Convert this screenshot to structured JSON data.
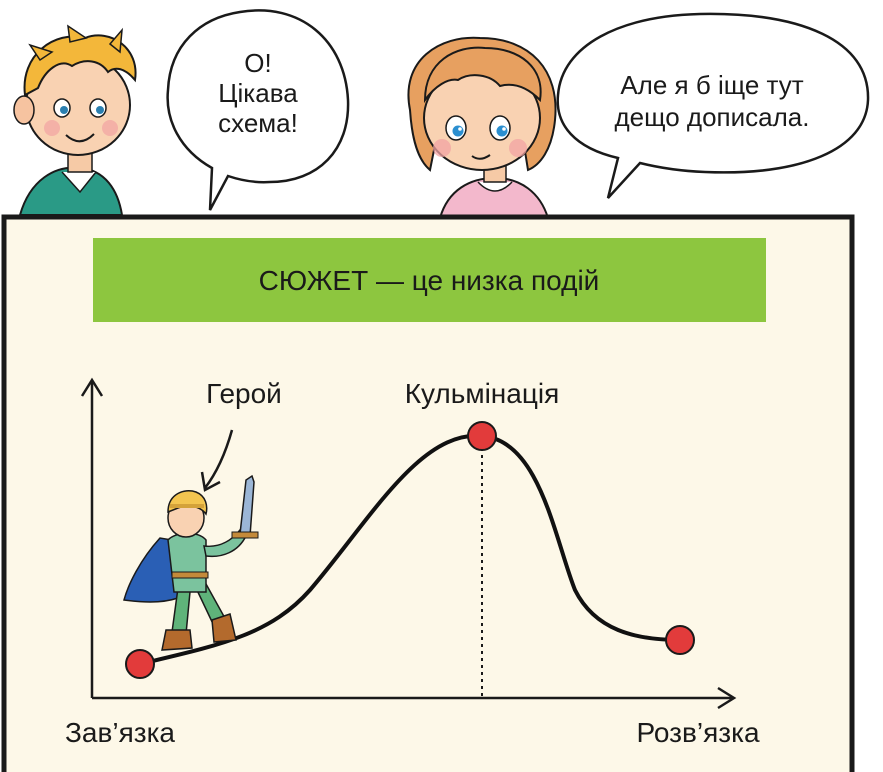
{
  "boy_speech": {
    "line1": "О!",
    "line2": "Цікава",
    "line3": "схема!"
  },
  "girl_speech": {
    "line1": "Але я б іще тут",
    "line2": "дещо дописала."
  },
  "diagram": {
    "title": "СЮЖЕТ — це низка подій",
    "hero_label": "Герой",
    "climax_label": "Кульмінація",
    "start_label": "Зав’язка",
    "end_label": "Розв’язка"
  },
  "colors": {
    "board_bg": "#fdf8e8",
    "title_band": "#8dc63f",
    "point": "#e23b3b",
    "curve": "#111111"
  }
}
